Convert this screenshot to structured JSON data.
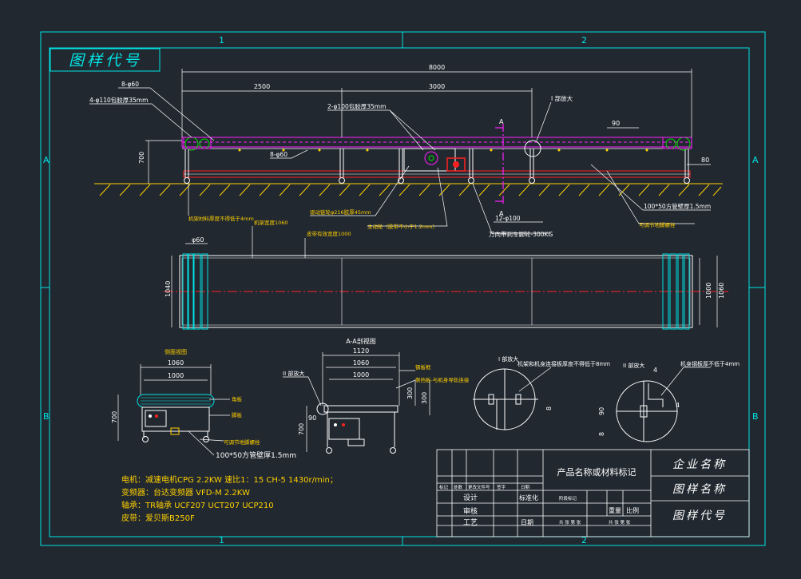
{
  "colors": {
    "background": "#212830",
    "frame": "#00e5e5",
    "dimension": "#ffffff",
    "part": "#ffffff",
    "ground": "#ffd000",
    "belt": "#ff2020",
    "centerline": "#ff2020",
    "section": "#ff20ff",
    "label": "#ffd000",
    "roller": "#00e000",
    "motor": "#ff2020"
  },
  "frame": {
    "col_labels": [
      "1",
      "2"
    ],
    "row_labels": [
      "A",
      "B"
    ],
    "corner_stamp": "图样代号"
  },
  "dims": {
    "total_length": "8000",
    "seg1": "2500",
    "seg2": "3000",
    "height": "700",
    "dim90": "90",
    "dim80": "80",
    "plan_width": "1040",
    "plan_right1": "1000",
    "plan_right2": "1060",
    "plan_phi": "φ60"
  },
  "callouts": {
    "c1": "4-φ110包胶厚35mm",
    "c2": "8-φ60",
    "c3": "8-φ60",
    "c4": "2-φ100包胶厚35mm",
    "c5": "I 部放大",
    "c6": "100*50方管壁厚1.5mm",
    "c7": "可调节地脚螺栓",
    "c8": "12-φ100",
    "c9": "万向带刹车脚轮-300KG",
    "c10": "主动轮（胶带不小于1.2mm）",
    "c11": "驱动链轮φ216胶厚45mm",
    "c12": "机架材料厚度不得低于4mm",
    "c13": "机架宽度1060",
    "c14": "皮带有效宽度1000",
    "section_mark": "A"
  },
  "views": {
    "side_title": "侧面视图",
    "side_w1": "1060",
    "side_w2": "1000",
    "side_h": "700",
    "side_note1": "角板",
    "side_note2": "脚板",
    "side_note3": "可调节地脚螺栓",
    "side_note4": "100*50方管壁厚1.5mm",
    "aa_title": "A-A剖视图",
    "aa_w1": "1120",
    "aa_w2": "1060",
    "aa_w3": "1000",
    "aa_h": "700",
    "aa_d1": "300",
    "aa_d2": "300",
    "aa_d3": "90",
    "aa_note1": "钢板框",
    "aa_note2": "侧挡板-与机身导轨连接",
    "aa_ii": "II 部放大",
    "detail1_title": "I 部放大",
    "detail1_note": "机架和机身连接板厚度不得低于8mm",
    "detail2_title": "II 部放大",
    "detail2_note": "机身钢板厚不低于4mm",
    "detail2_d1": "4",
    "detail2_d2": "4",
    "detail2_d3": "90",
    "detail2_d4": "8",
    "detail1_d": "8"
  },
  "notes": [
    "电机：减速电机CPG 2.2KW 速比1：15 CH-5 1430r/min；",
    "变频器：台达变频器 VFD-M 2.2KW",
    "轴承：TR轴承 UCF207 UCT207 UCP210",
    "皮带：爱贝斯B250F"
  ],
  "title_block": {
    "product_name": "产品名称或材料标记",
    "company": "企业名称",
    "drawing_name": "图样名称",
    "drawing_code": "图样代号",
    "weight": "重量",
    "scale": "比例",
    "row_labels": [
      "标记",
      "处数",
      "更改文件号",
      "签字",
      "日期"
    ],
    "row2": [
      "设计",
      "",
      "标准化"
    ],
    "row3": [
      "审核",
      ""
    ],
    "row4": [
      "工艺",
      "日期"
    ],
    "stage": "阶段标记",
    "sheets": "共 张 第 张",
    "sheets2": "共 张 第 张"
  }
}
